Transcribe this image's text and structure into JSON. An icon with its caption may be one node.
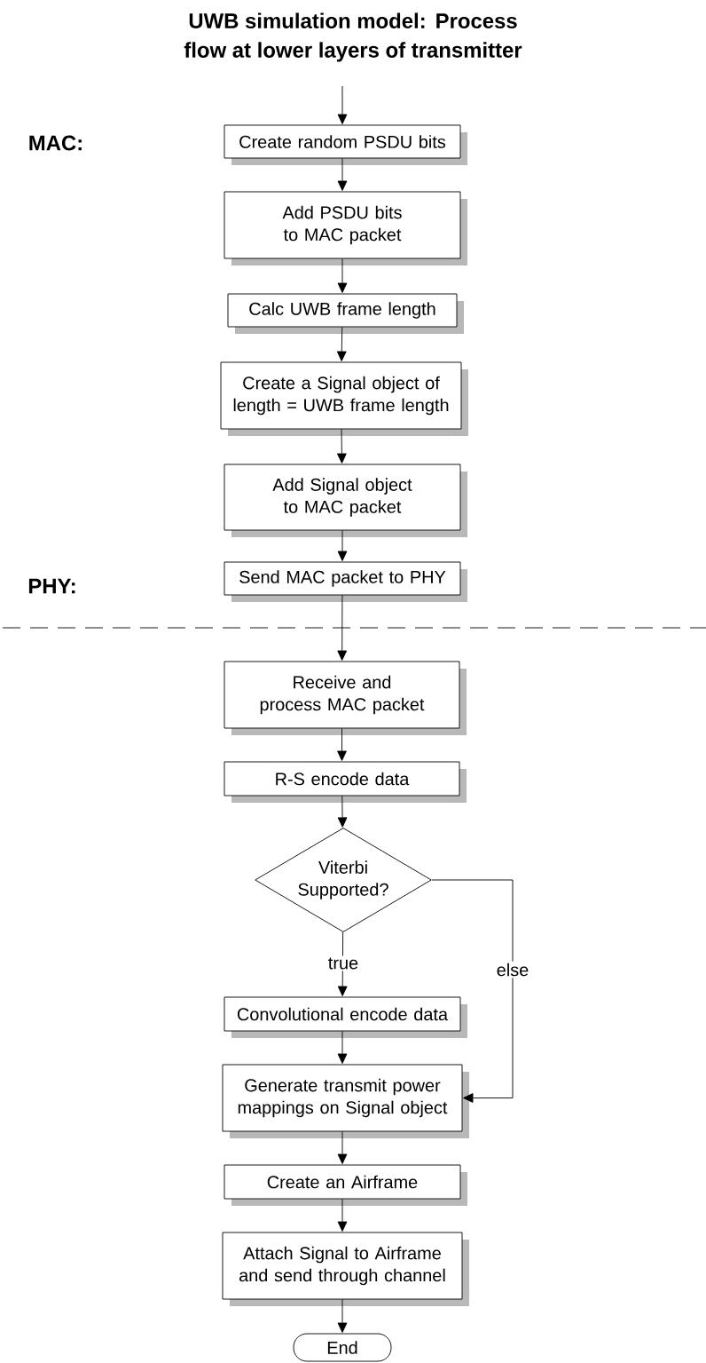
{
  "diagram": {
    "title": "UWB simulation model: Process flow at lower layers of transmitter",
    "nodes": [
      {
        "text": [
          "Create random PSDU bits"
        ]
      },
      {
        "text": [
          "Add PSDU bits to MAC packet"
        ]
      },
      {
        "text": [
          "Calc UWB frame length"
        ]
      },
      {
        "text": [
          "Create a Signal object of length = UWB frame length"
        ]
      },
      {
        "text": [
          "Add Signal object to MAC packet"
        ]
      },
      {
        "text": [
          "Send MAC packet to PHY"
        ]
      },
      {
        "text": [
          "Receive and process MAC packet"
        ]
      },
      {
        "text": [
          "R-S encode data"
        ]
      },
      {
        "text": [
          "Viterbi Supported?"
        ]
      },
      {
        "text": [
          "Convolutional encode data"
        ]
      },
      {
        "text": [
          "Generate transmit power mappings on Signal object"
        ]
      },
      {
        "text": [
          "Create an Airframe"
        ]
      },
      {
        "text": [
          "Attach Signal to Airframe and send through channel"
        ]
      },
      {
        "text": [
          "End"
        ]
      }
    ],
    "edges": [
      {
        "from": null,
        "to": 0,
        "arrow": "to"
      },
      {
        "from": 0,
        "to": 1,
        "arrow": "to"
      },
      {
        "from": 1,
        "to": 2,
        "arrow": "to"
      },
      {
        "from": 2,
        "to": 3,
        "arrow": "to"
      },
      {
        "from": 3,
        "to": 4,
        "arrow": "to"
      },
      {
        "from": 4,
        "to": 5,
        "arrow": "to"
      },
      {
        "from": 5,
        "to": 6,
        "arrow": "to"
      },
      {
        "from": 6,
        "to": 7,
        "arrow": "to"
      },
      {
        "from": 7,
        "to": 8,
        "arrow": "to"
      },
      {
        "from": 8,
        "to": 9,
        "arrow": "to",
        "label": "true"
      },
      {
        "from": 8,
        "to": 10,
        "arrow": "to",
        "label": "else"
      },
      {
        "from": 9,
        "to": 10,
        "arrow": "to"
      },
      {
        "from": 10,
        "to": 11,
        "arrow": "to"
      },
      {
        "from": 11,
        "to": 12,
        "arrow": "to"
      },
      {
        "from": 12,
        "to": 13,
        "arrow": "to"
      }
    ],
    "labels": [
      "MAC:",
      "PHY:"
    ]
  }
}
